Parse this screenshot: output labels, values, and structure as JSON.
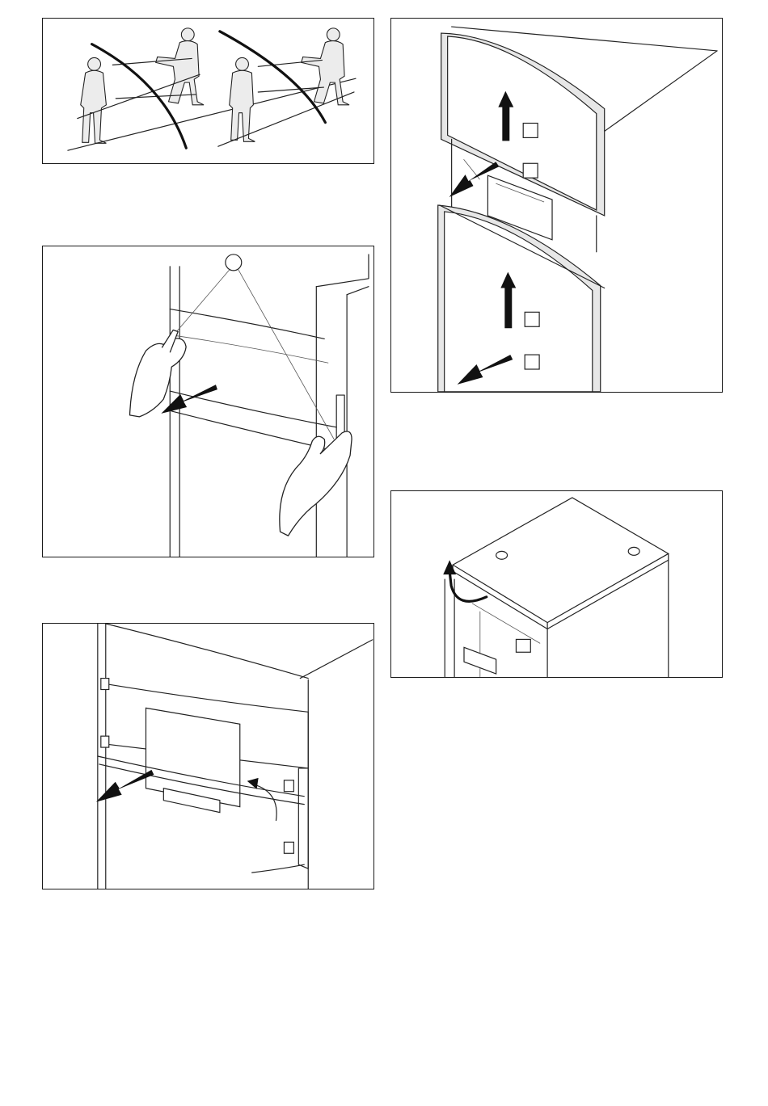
{
  "figures": [
    {
      "id": "fig-carrying",
      "description_icons": [
        "person-icon",
        "no-icon"
      ]
    },
    {
      "id": "fig-front-panel-grip",
      "icons": [
        "hand-icon",
        "arrow-icon",
        "callout-circle-icon"
      ]
    },
    {
      "id": "fig-front-panel-remove",
      "icons": [
        "arrow-icon",
        "rotate-arrow-icon"
      ]
    },
    {
      "id": "fig-upper-lower-panel",
      "icons": [
        "arrow-up-icon",
        "arrow-out-icon",
        "step-box-icon"
      ]
    },
    {
      "id": "fig-top-cover",
      "icons": [
        "curved-arrow-icon"
      ]
    }
  ]
}
